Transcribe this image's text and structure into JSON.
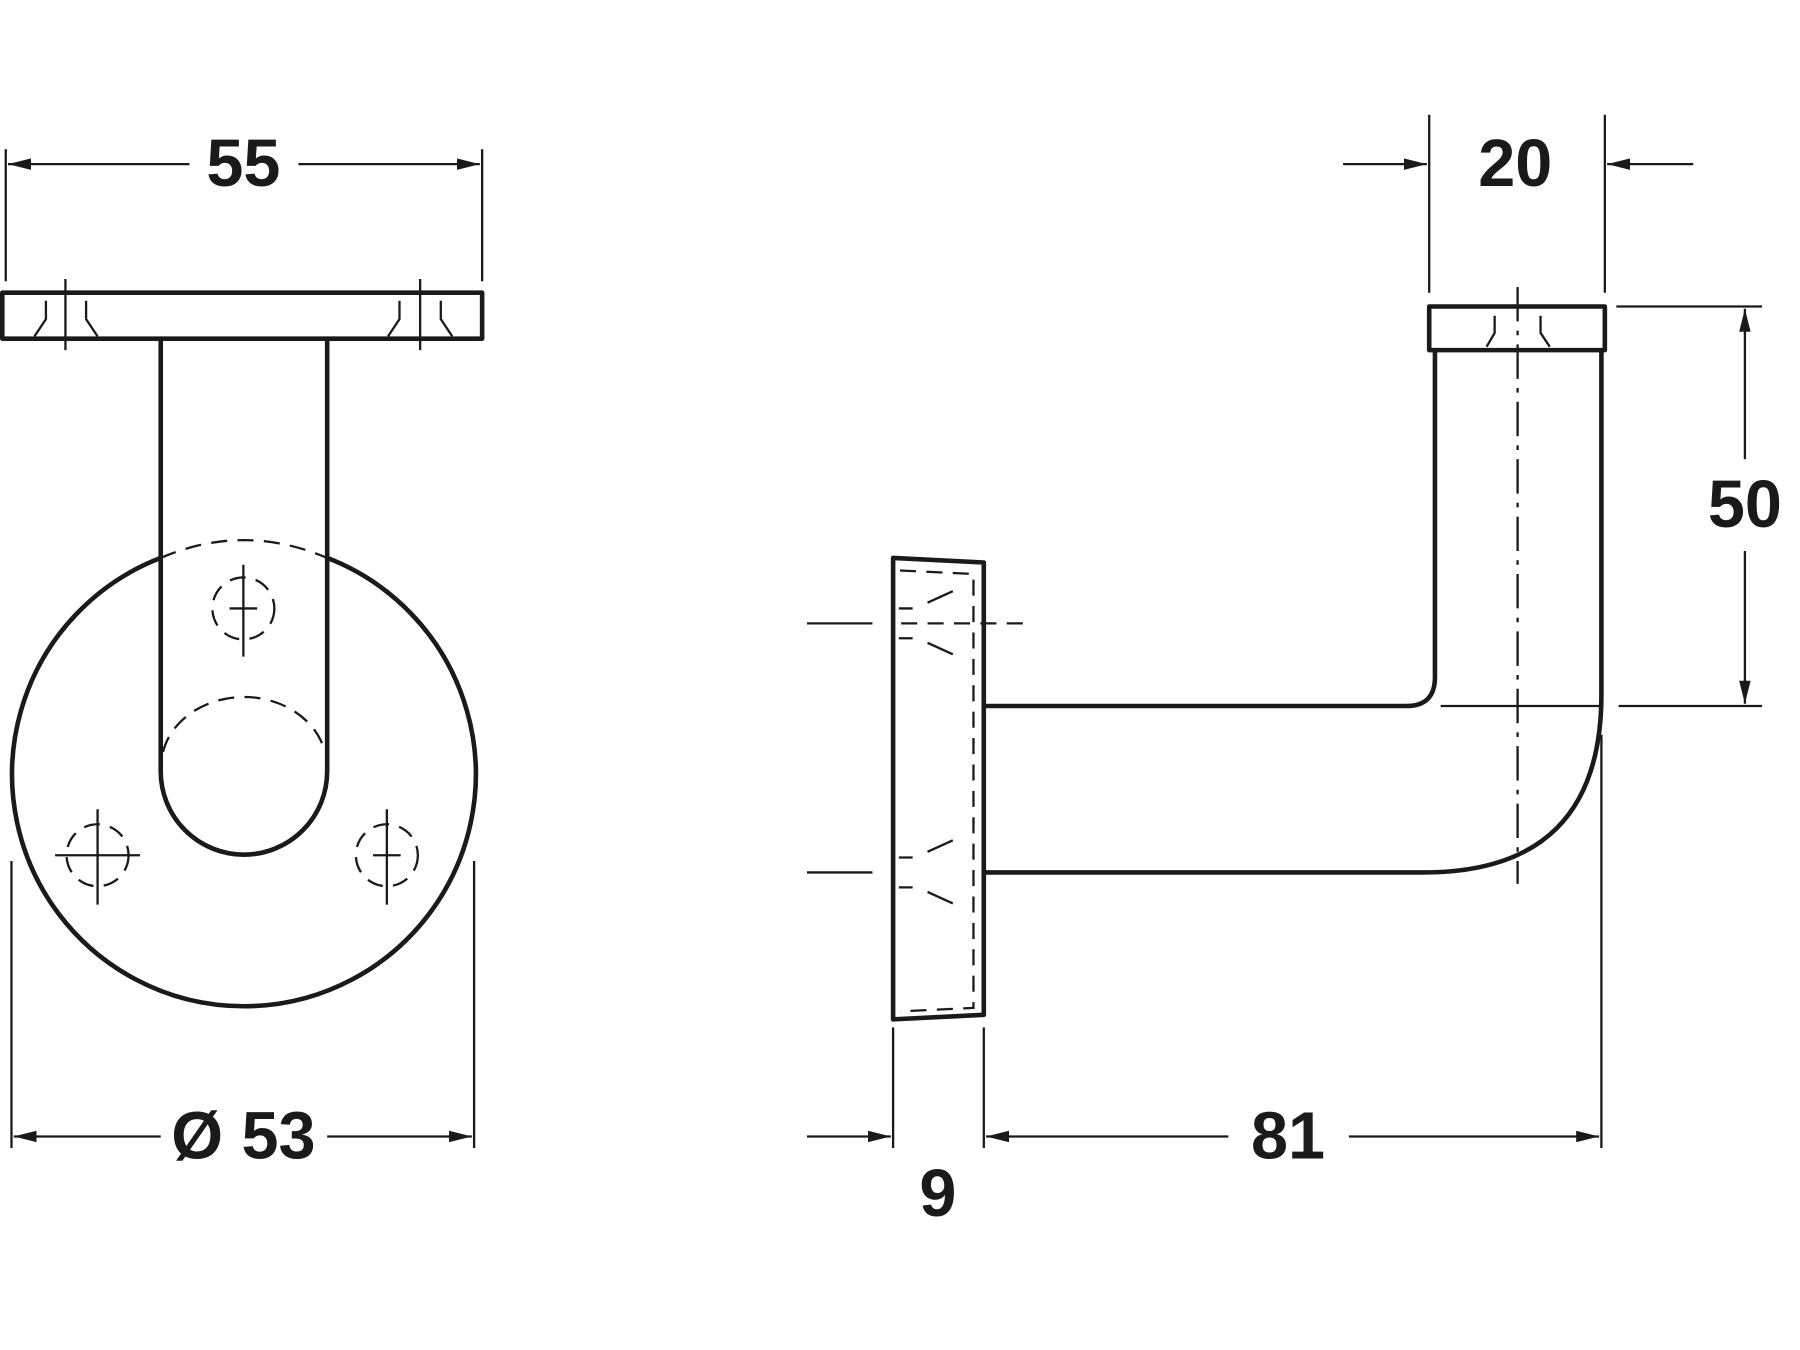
{
  "drawing": {
    "front_view": {
      "width_label": "55",
      "diameter_label": "Ø 53"
    },
    "side_view": {
      "tube_label": "20",
      "height_label": "50",
      "projection_label": "81",
      "plate_thickness_label": "9"
    },
    "line_color": "#1a1a1a"
  }
}
